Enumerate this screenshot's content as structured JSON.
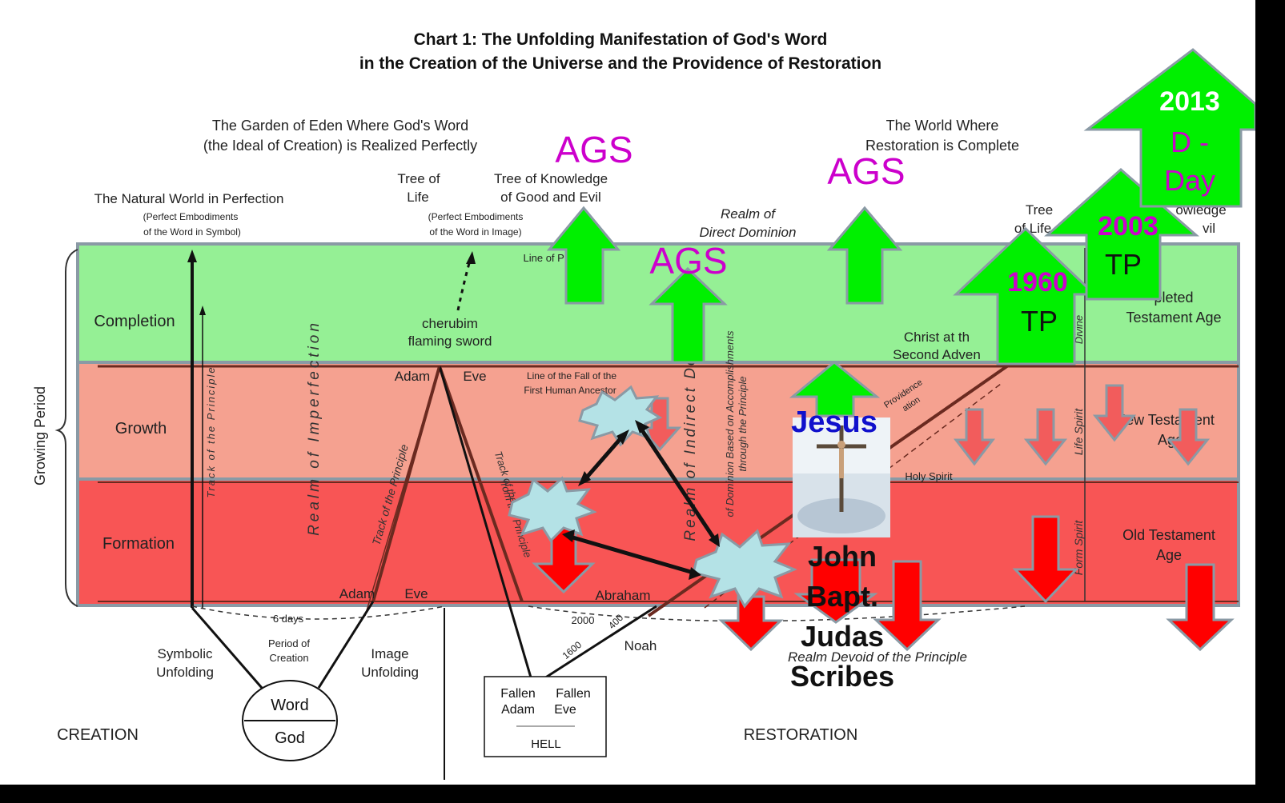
{
  "title": {
    "line1": "Chart 1:   The Unfolding Manifestation of God's Word",
    "line2": "in the Creation of the Universe and the Providence of Restoration"
  },
  "headers": {
    "eden_1": "The Garden of Eden Where God's Word",
    "eden_2": "(the Ideal of Creation) is Realized Perfectly",
    "restored_1": "The World Where",
    "restored_2": "Restoration is Complete",
    "natural_world": "The Natural World in Perfection",
    "embodiment_symbol_1": "(Perfect Embodiments",
    "embodiment_symbol_2": "of the Word in Symbol)",
    "tree_life_1": "Tree of",
    "tree_life_2": "Life",
    "tree_knowledge_1": "Tree of  Knowledge",
    "tree_knowledge_2": "of Good and Evil",
    "embodiment_image_1": "(Perfect Embodiments",
    "embodiment_image_2": "of the Word in Image)",
    "direct_dominion_1": "Realm of",
    "direct_dominion_2": "Direct Dominion",
    "tree_right_1": "Tree",
    "tree_right_2": "of Life",
    "knowledge_right_1": "owledge",
    "knowledge_right_2": "vil"
  },
  "bands": {
    "completion": "Completion",
    "growth": "Growth",
    "formation": "Formation",
    "growing_period": "Growing Period"
  },
  "inner": {
    "line_perfection": "Line of P     fection",
    "cherubim_1": "cherubim",
    "cherubim_2": "flaming sword",
    "adam": "Adam",
    "eve": "Eve",
    "fall_line_1": "Line of the Fall of the",
    "fall_line_2": "First Human Ancestor",
    "adam_bottom": "Adam",
    "eve_bottom": "Eve",
    "abraham": "Abraham",
    "christ_1": "Christ at th",
    "christ_2": "Second Adven",
    "completed_1": "pleted",
    "completed_2": "Testament Age",
    "new_testament_1": "New Testament",
    "new_testament_2": "Age",
    "old_testament_1": "Old Testament",
    "old_testament_2": "Age",
    "track_principle": "Track of the Principle",
    "realm_imperfection": "Realm of Imperfection",
    "track_left": "Track of the Principle",
    "track_right_1": "Track of the",
    "track_right_2": "from the Principle",
    "realm_indirect": "Realm of Indirect Do",
    "accomplishments_1": "of Dominion Based on Accomplishments",
    "accomplishments_2": "through the Principle",
    "providence_1": "Providence",
    "providence_2": "ation",
    "holy_spirit": "Holy Spirit",
    "life_spirit": "Life Spirit",
    "form_spirit": "Form Spirit",
    "divine": "Divine",
    "num_2000": "2000",
    "num_400": "400",
    "num_1600": "1600",
    "num_2000b": "2000",
    "noah": "Noah"
  },
  "bottom": {
    "six_days": "6 days",
    "period_1": "Period of",
    "period_2": "Creation",
    "symbolic_1": "Symbolic",
    "symbolic_2": "Unfolding",
    "image_1": "Image",
    "image_2": "Unfolding",
    "word": "Word",
    "god": "God",
    "creation": "CREATION",
    "restoration": "RESTORATION",
    "fallen_adam_1": "Fallen",
    "fallen_adam_2": "Adam",
    "fallen_eve_1": "Fallen",
    "fallen_eve_2": "Eve",
    "hell": "HELL",
    "devoid": "Realm Devoid of the Principle"
  },
  "overlay": {
    "ags_1": "AGS",
    "ags_2": "AGS",
    "ags_3": "AGS",
    "jesus": "Jesus",
    "john_1": "John",
    "john_2": "Bapt.",
    "john_3": "Judas",
    "john_4": "Scribes",
    "tp1960_year": "1960",
    "tp1960_label": "TP",
    "tp2003_year": "2003",
    "tp2003_label": "TP",
    "dday_year": "2013",
    "dday_1": "D -",
    "dday_2": "Day"
  },
  "colors": {
    "completion_band": "#95f095",
    "growth_band": "#f5a190",
    "formation_band": "#f85555",
    "up_arrow": "#00f000",
    "down_arrow": "#ff0000",
    "down_arrow_light": "#f25c5c",
    "ags_text": "#cc00cc",
    "jesus_text": "#1010cc",
    "year_text": "#cc00cc",
    "band_border": "#8a9aa5",
    "burst": "#b4e2e6"
  }
}
